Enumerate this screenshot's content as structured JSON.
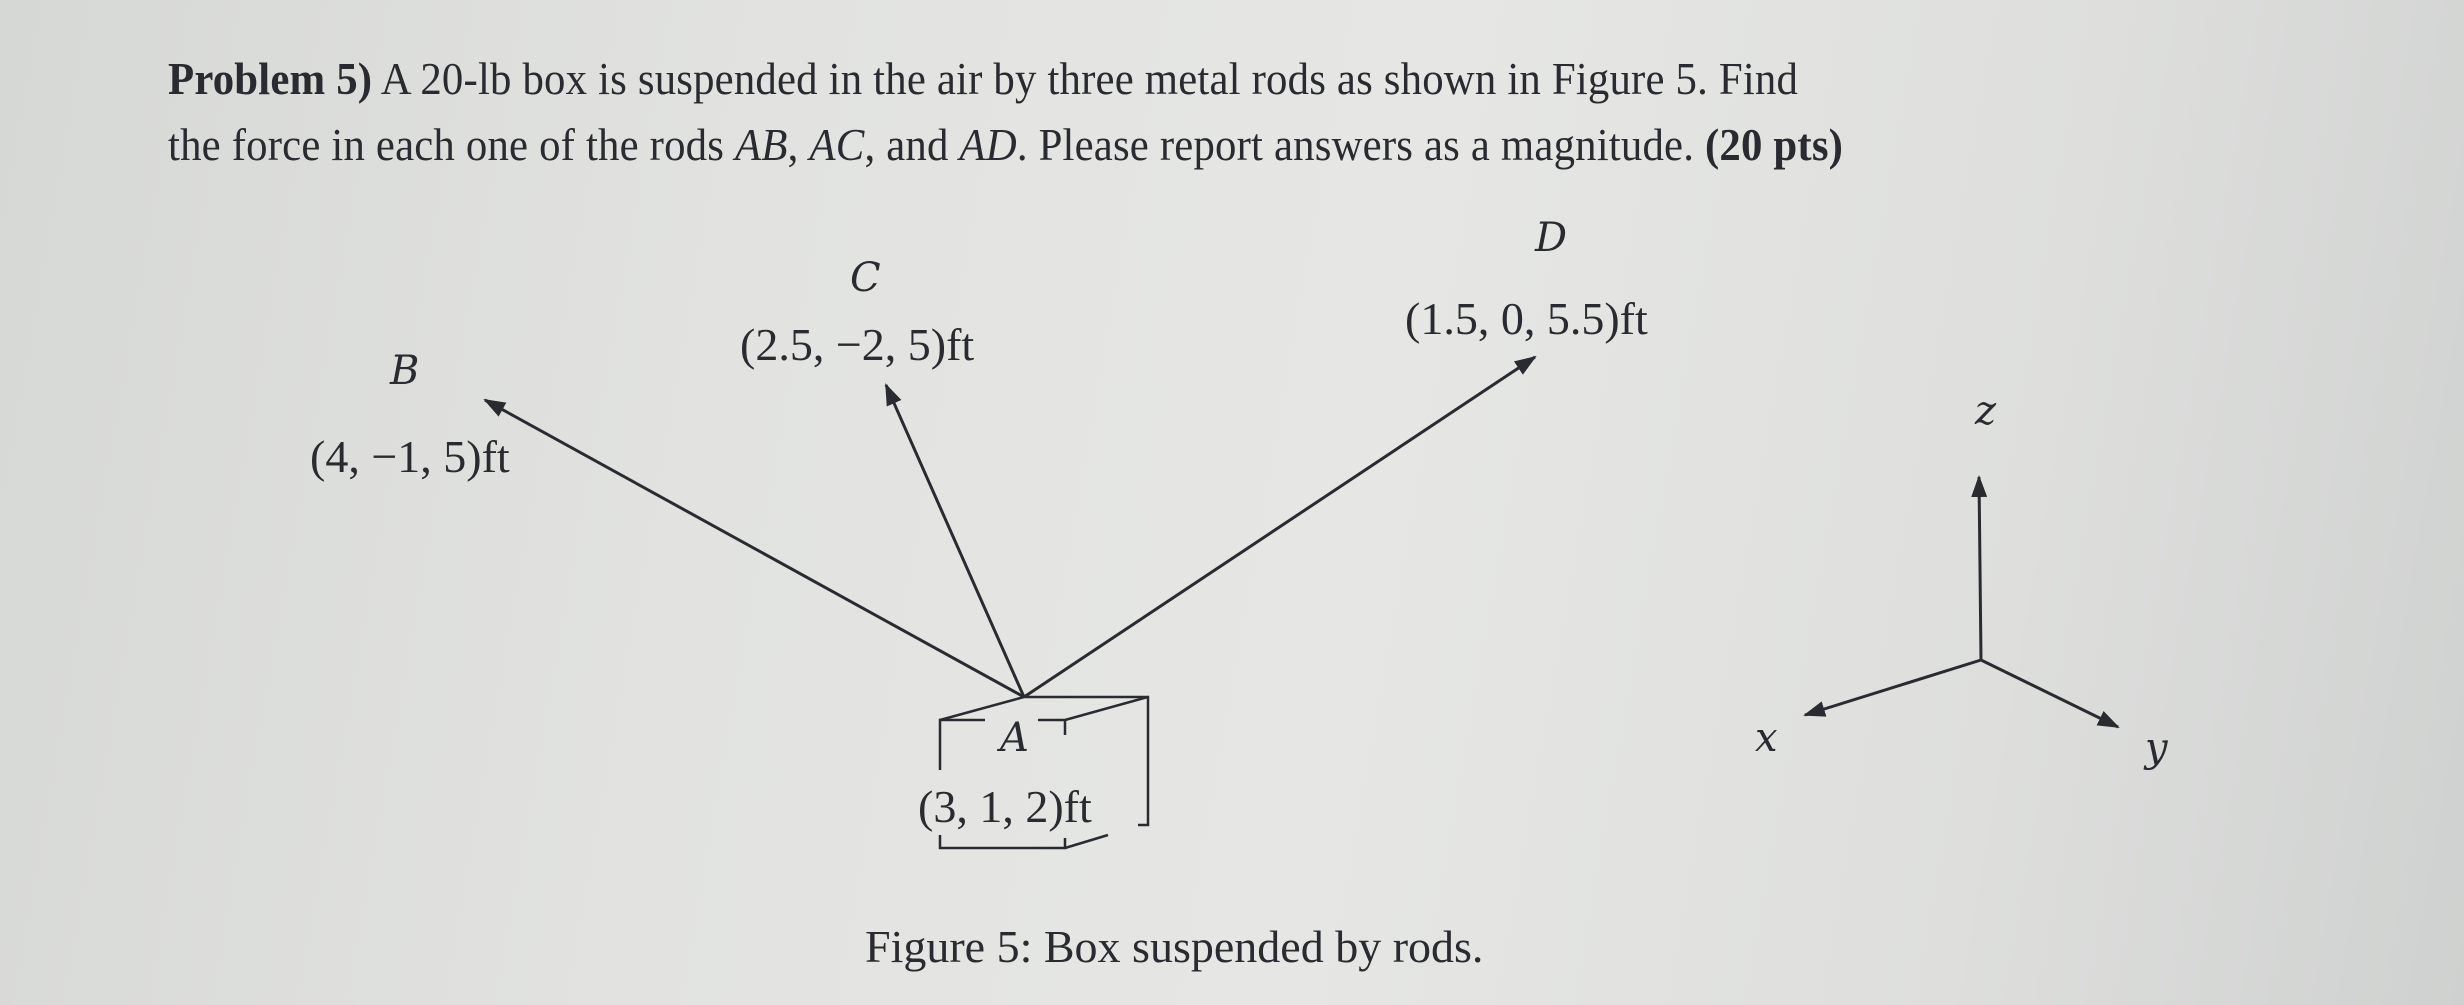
{
  "problem": {
    "label": "Problem 5)",
    "line1_rest": " A 20-lb box is suspended in the air by three metal rods as shown in Figure 5. Find",
    "line2_a": "the force in each one of the rods ",
    "rod_ab": "AB",
    "sep1": ", ",
    "rod_ac": "AC",
    "sep2": ", and ",
    "rod_ad": "AD",
    "line2_b": ". Please report answers as a magnitude. ",
    "points": "(20 pts)"
  },
  "figure": {
    "points": {
      "A": {
        "name": "A",
        "coord": "(3, 1, 2)ft"
      },
      "B": {
        "name": "B",
        "coord": "(4, −1, 5)ft"
      },
      "C": {
        "name": "C",
        "coord": "(2.5, −2, 5)ft"
      },
      "D": {
        "name": "D",
        "coord": "(1.5, 0, 5.5)ft"
      }
    },
    "axes": {
      "x": "x",
      "y": "y",
      "z": "z"
    },
    "caption": "Figure 5: Box suspended by rods.",
    "box_weight": "20-lb"
  }
}
